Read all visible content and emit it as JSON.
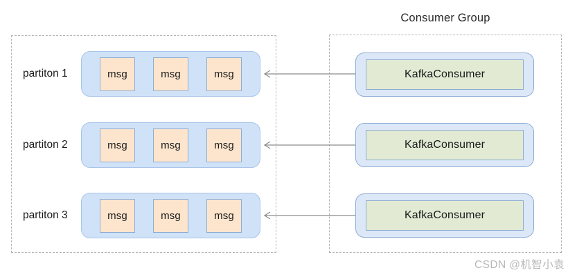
{
  "diagram": {
    "broker": {
      "name": "partitions-container",
      "partitions": [
        {
          "label": "partiton 1",
          "messages": [
            "msg",
            "msg",
            "msg"
          ]
        },
        {
          "label": "partiton 2",
          "messages": [
            "msg",
            "msg",
            "msg"
          ]
        },
        {
          "label": "partiton 3",
          "messages": [
            "msg",
            "msg",
            "msg"
          ]
        }
      ]
    },
    "consumer_group": {
      "title": "Consumer Group",
      "consumers": [
        {
          "label": "KafkaConsumer"
        },
        {
          "label": "KafkaConsumer"
        },
        {
          "label": "KafkaConsumer"
        }
      ]
    },
    "arrows": [
      {
        "name": "consume-arrow-1",
        "direction": "left",
        "from": "KafkaConsumer",
        "to": "partiton 1"
      },
      {
        "name": "consume-arrow-2",
        "direction": "left",
        "from": "KafkaConsumer",
        "to": "partiton 2"
      },
      {
        "name": "consume-arrow-3",
        "direction": "left",
        "from": "KafkaConsumer",
        "to": "partiton 3"
      }
    ],
    "watermark": "CSDN @机智小袁",
    "colors": {
      "partition_fill": "#cfe2f7",
      "partition_border": "#a9c4e8",
      "msg_fill": "#fde5cd",
      "msg_border": "#8fadd4",
      "consumer_outer_fill": "#dce8f8",
      "consumer_inner_fill": "#e2ead4",
      "dashed_border": "#b4b4b4",
      "arrow": "#8c8c8c",
      "watermark": "#b8b8b8"
    }
  }
}
